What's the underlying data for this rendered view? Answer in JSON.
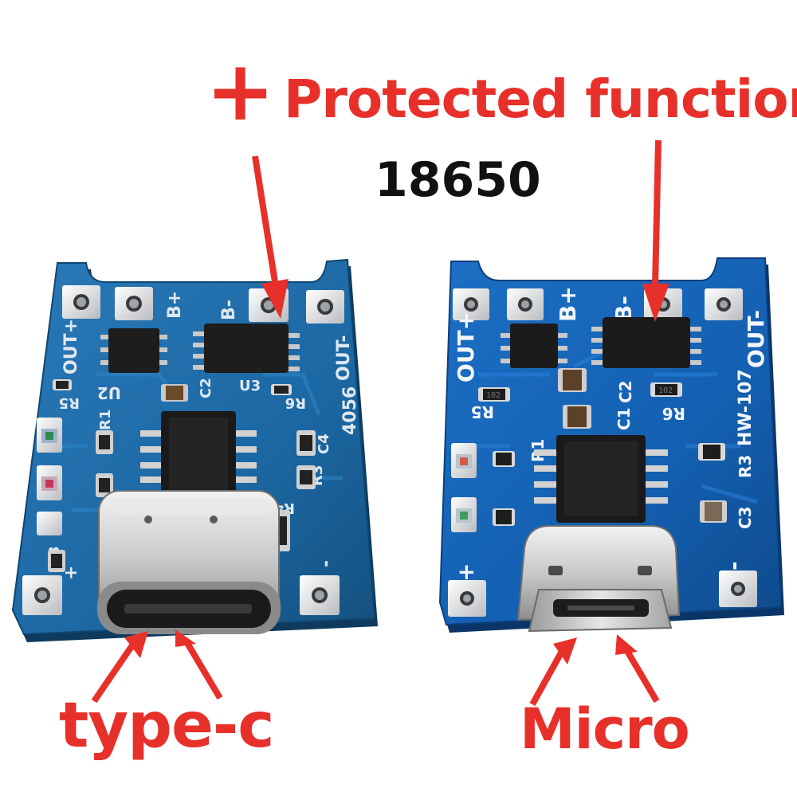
{
  "headline": {
    "plus": "+",
    "title": "Protected function",
    "model": "18650"
  },
  "labels": {
    "left_connector": "type-c",
    "right_connector": "Micro"
  },
  "boards": {
    "left": {
      "pads_top": [
        "B+",
        "B-"
      ],
      "out_plus": "OUT+",
      "out_minus": "OUT-",
      "chip_u2": "U2",
      "chip_u3": "U3",
      "chip_number": "4056",
      "r5": "R5",
      "r1": "R1",
      "r6": "R6",
      "c2": "C2",
      "c4": "C4",
      "r3": "R3",
      "r4": "R4",
      "r8": "R8",
      "plus": "+",
      "minus": "-"
    },
    "right": {
      "pads_top": [
        "B+",
        "B-"
      ],
      "out_plus": "OUT+",
      "out_minus": "OUT-",
      "r5": "R5",
      "c1": "C1",
      "c2": "C2",
      "r6": "R6",
      "model": "HW-107",
      "r1": "R1",
      "r3": "R3",
      "c3": "C3",
      "smd_102": "102",
      "plus": "+",
      "minus": "-"
    }
  },
  "colors": {
    "accent_red": "#e8302a",
    "board_left": "#1d6aa6",
    "board_right": "#1563b4",
    "text_black": "#111111"
  }
}
